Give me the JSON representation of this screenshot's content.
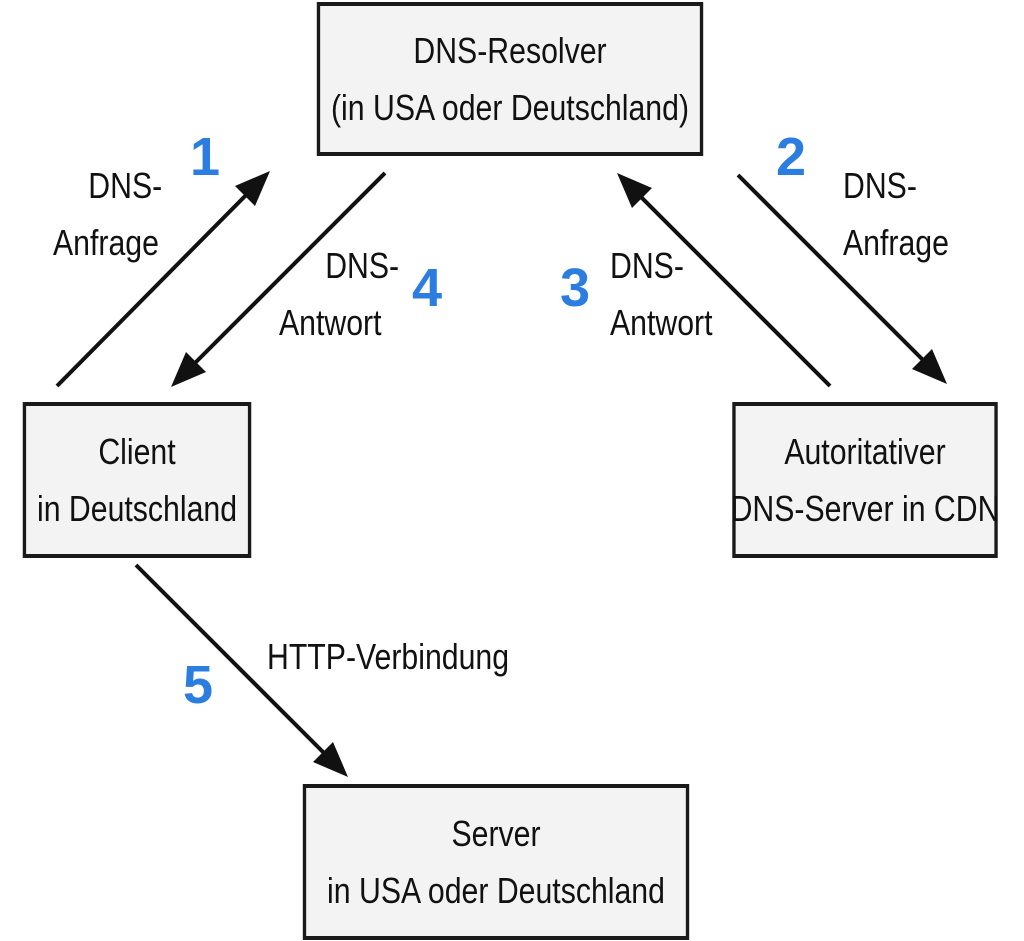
{
  "accent_color": "#2b7de0",
  "nodes": {
    "resolver": {
      "lines": [
        "DNS-Resolver",
        "(in USA oder Deutschland)"
      ]
    },
    "client": {
      "lines": [
        "Client",
        "in Deutschland"
      ]
    },
    "authoritative": {
      "lines": [
        "Autoritativer",
        "DNS-Server in CDN"
      ]
    },
    "server": {
      "lines": [
        "Server",
        "in USA oder Deutschland"
      ]
    }
  },
  "steps": [
    {
      "number": "1",
      "label_lines": [
        "DNS-",
        "Anfrage"
      ]
    },
    {
      "number": "2",
      "label_lines": [
        "DNS-",
        "Anfrage"
      ]
    },
    {
      "number": "3",
      "label_lines": [
        "DNS-",
        "Antwort"
      ]
    },
    {
      "number": "4",
      "label_lines": [
        "DNS-",
        "Antwort"
      ]
    },
    {
      "number": "5",
      "label_lines": [
        "HTTP-Verbindung"
      ]
    }
  ]
}
